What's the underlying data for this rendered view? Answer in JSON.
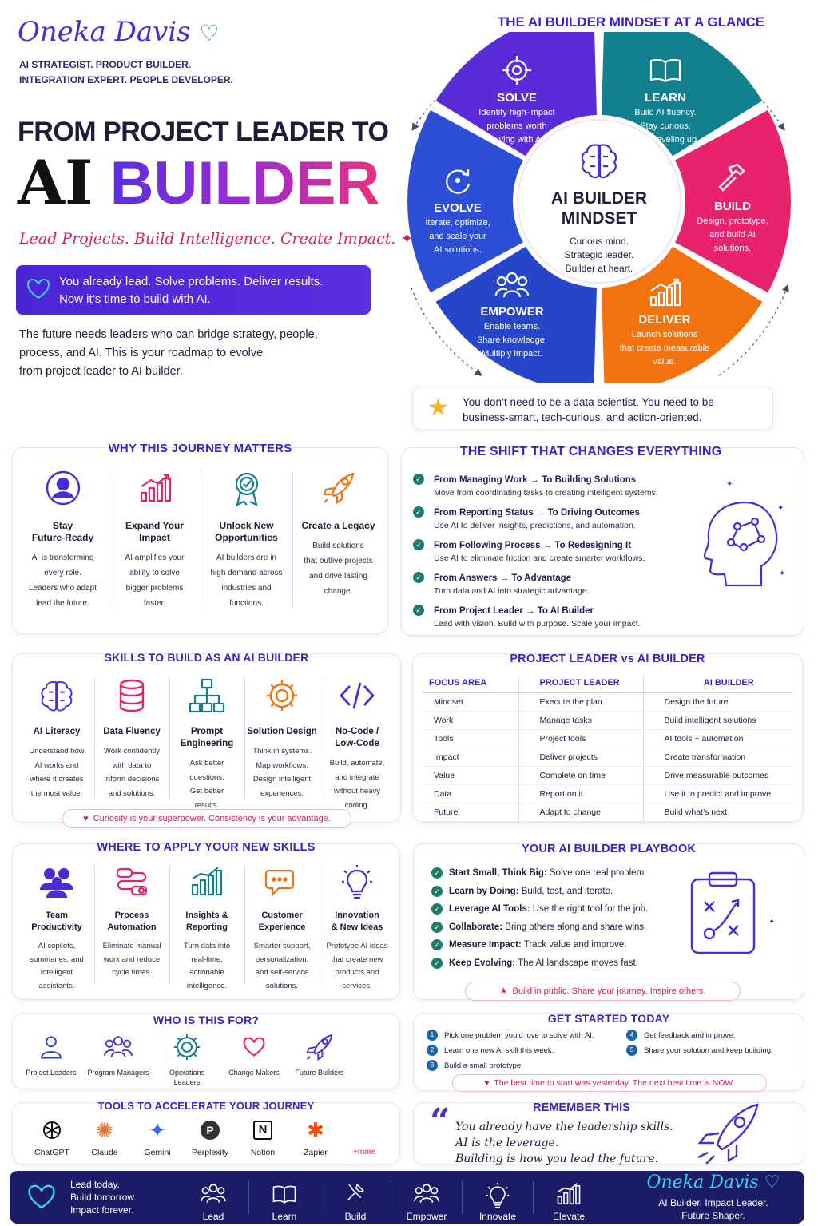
{
  "header": {
    "name": "Oneka Davis",
    "tagline_1": "AI STRATEGIST. PRODUCT BUILDER.",
    "tagline_2": "INTEGRATION EXPERT. PEOPLE DEVELOPER.",
    "title_line1": "FROM PROJECT LEADER TO",
    "title_ai": "AI",
    "title_builder": "BUILDER",
    "subtitle": "Lead Projects. Build Intelligence. Create Impact.",
    "banner_1": "You already lead. Solve problems. Deliver results.",
    "banner_2": "Now it’s time to build with AI.",
    "intro_1": "The future needs leaders who can bridge strategy, people,",
    "intro_2": "process, and AI. This is your roadmap to evolve",
    "intro_3": "from project leader to AI builder."
  },
  "mindset": {
    "title": "THE AI BUILDER MINDSET AT A GLANCE",
    "center_1": "AI BUILDER",
    "center_2": "MINDSET",
    "center_d1": "Curious mind.",
    "center_d2": "Strategic leader.",
    "center_d3": "Builder at heart.",
    "segments": [
      {
        "name": "SOLVE",
        "d1": "Identify high-impact",
        "d2": "problems worth",
        "d3": "solving with AI.",
        "color": "#5a2bd9"
      },
      {
        "name": "LEARN",
        "d1": "Build AI fluency.",
        "d2": "Stay curious.",
        "d3": "Keep leveling up.",
        "color": "#127f8f"
      },
      {
        "name": "BUILD",
        "d1": "Design, prototype,",
        "d2": "and build AI",
        "d3": "solutions.",
        "color": "#e8226d"
      },
      {
        "name": "DELIVER",
        "d1": "Launch solutions",
        "d2": "that create measurable",
        "d3": "value.",
        "color": "#f2720f"
      },
      {
        "name": "EMPOWER",
        "d1": "Enable teams.",
        "d2": "Share knowledge.",
        "d3": "Multiply impact.",
        "color": "#2745c8"
      },
      {
        "name": "EVOLVE",
        "d1": "Iterate, optimize,",
        "d2": "and scale your",
        "d3": "AI solutions.",
        "color": "#2d4fd6"
      }
    ],
    "note_1": "You don’t need to be a data scientist. You need to be",
    "note_2": "business-smart, tech-curious, and action-oriented."
  },
  "why": {
    "title": "WHY THIS JOURNEY MATTERS",
    "items": [
      {
        "t1": "Stay",
        "t2": "Future-Ready",
        "d": [
          "AI is transforming",
          "every role.",
          "Leaders who adapt",
          "lead the future."
        ]
      },
      {
        "t1": "Expand Your",
        "t2": "Impact",
        "d": [
          "AI amplifies your",
          "ability to solve",
          "bigger problems",
          "faster."
        ]
      },
      {
        "t1": "Unlock New",
        "t2": "Opportunities",
        "d": [
          "AI builders are in",
          "high demand across",
          "industries and",
          "functions."
        ]
      },
      {
        "t1": "Create a Legacy",
        "t2": "",
        "d": [
          "Build solutions",
          "that outlive projects",
          "and drive lasting",
          "change."
        ]
      }
    ]
  },
  "shift": {
    "title": "THE SHIFT THAT CHANGES EVERYTHING",
    "items": [
      {
        "h": "From Managing Work → To Building Solutions",
        "d": "Move from coordinating tasks to creating intelligent systems."
      },
      {
        "h": "From Reporting Status → To Driving Outcomes",
        "d": "Use AI to deliver insights, predictions, and automation."
      },
      {
        "h": "From Following Process → To Redesigning It",
        "d": "Use AI to eliminate friction and create smarter workflows."
      },
      {
        "h": "From Answers → To Advantage",
        "d": "Turn data and AI into strategic advantage."
      },
      {
        "h": "From Project Leader → To AI Builder",
        "d": "Lead with vision. Build with purpose. Scale your impact."
      }
    ]
  },
  "skills": {
    "title": "SKILLS TO BUILD AS AN AI BUILDER",
    "items": [
      {
        "t1": "AI Literacy",
        "t2": "",
        "d": [
          "Understand how",
          "AI works and",
          "where it creates",
          "the most value."
        ]
      },
      {
        "t1": "Data Fluency",
        "t2": "",
        "d": [
          "Work confidently",
          "with data to",
          "inform decisions",
          "and solutions."
        ]
      },
      {
        "t1": "Prompt",
        "t2": "Engineering",
        "d": [
          "Ask better",
          "questions.",
          "Get better",
          "results."
        ]
      },
      {
        "t1": "Solution Design",
        "t2": "",
        "d": [
          "Think in systems.",
          "Map workflows.",
          "Design intelligent",
          "experiences."
        ]
      },
      {
        "t1": "No-Code /",
        "t2": "Low-Code",
        "d": [
          "Build, automate,",
          "and integrate",
          "without heavy",
          "coding."
        ]
      }
    ],
    "pill": "Curiosity is your superpower. Consistency is your advantage."
  },
  "compare": {
    "title": "PROJECT LEADER vs AI BUILDER",
    "headers": [
      "FOCUS AREA",
      "PROJECT LEADER",
      "AI BUILDER"
    ],
    "rows": [
      [
        "Mindset",
        "Execute the plan",
        "Design the future"
      ],
      [
        "Work",
        "Manage tasks",
        "Build intelligent solutions"
      ],
      [
        "Tools",
        "Project tools",
        "AI tools + automation"
      ],
      [
        "Impact",
        "Deliver projects",
        "Create transformation"
      ],
      [
        "Value",
        "Complete on time",
        "Drive measurable outcomes"
      ],
      [
        "Data",
        "Report on it",
        "Use it to predict and improve"
      ],
      [
        "Future",
        "Adapt to change",
        "Build what’s next"
      ]
    ]
  },
  "apply": {
    "title": "WHERE TO APPLY YOUR NEW SKILLS",
    "items": [
      {
        "t1": "Team",
        "t2": "Productivity",
        "d": [
          "AI copilots,",
          "summaries, and",
          "intelligent",
          "assistants."
        ]
      },
      {
        "t1": "Process",
        "t2": "Automation",
        "d": [
          "Eliminate manual",
          "work and reduce",
          "cycle times.",
          ""
        ]
      },
      {
        "t1": "Insights &",
        "t2": "Reporting",
        "d": [
          "Turn data into",
          "real-time,",
          "actionable",
          "intelligence."
        ]
      },
      {
        "t1": "Customer",
        "t2": "Experience",
        "d": [
          "Smarter support,",
          "personalization,",
          "and self-service",
          "solutions."
        ]
      },
      {
        "t1": "Innovation",
        "t2": "& New Ideas",
        "d": [
          "Prototype AI ideas",
          "that create new",
          "products and",
          "services."
        ]
      }
    ]
  },
  "playbook": {
    "title": "YOUR AI BUILDER PLAYBOOK",
    "items": [
      {
        "b": "Start Small, Think Big:",
        "t": " Solve one real problem."
      },
      {
        "b": "Learn by Doing:",
        "t": " Build, test, and iterate."
      },
      {
        "b": "Leverage AI Tools:",
        "t": " Use the right tool for the job."
      },
      {
        "b": "Collaborate:",
        "t": " Bring others along and share wins."
      },
      {
        "b": "Measure Impact:",
        "t": " Track value and improve."
      },
      {
        "b": "Keep Evolving:",
        "t": " The AI landscape moves fast."
      }
    ],
    "pill": "Build in public. Share your journey. Inspire others."
  },
  "who": {
    "title": "WHO IS THIS FOR?",
    "items": [
      {
        "t1": "Project Leaders",
        "t2": ""
      },
      {
        "t1": "Program Managers",
        "t2": ""
      },
      {
        "t1": "Operations",
        "t2": "Leaders"
      },
      {
        "t1": "Change Makers",
        "t2": ""
      },
      {
        "t1": "Future Builders",
        "t2": ""
      }
    ]
  },
  "start": {
    "title": "GET STARTED TODAY",
    "steps": [
      {
        "n": "1",
        "t": "Pick one problem you’d love to solve with AI."
      },
      {
        "n": "2",
        "t": "Learn one new AI skill this week."
      },
      {
        "n": "3",
        "t": "Build a small prototype."
      },
      {
        "n": "4",
        "t": "Get feedback and improve."
      },
      {
        "n": "5",
        "t": "Share your solution and keep building."
      }
    ],
    "pill": "The best time to start was yesterday. The next best time is NOW."
  },
  "tools": {
    "title": "TOOLS TO ACCELERATE YOUR JOURNEY",
    "items": [
      "ChatGPT",
      "Claude",
      "Gemini",
      "Perplexity",
      "Notion",
      "Zapier"
    ],
    "more": "+more"
  },
  "remember": {
    "title": "REMEMBER THIS",
    "l1": "You already have the leadership skills.",
    "l2": "AI is the leverage.",
    "l3": "Building is how you lead the future."
  },
  "footer": {
    "m1": "Lead today.",
    "m2": "Build tomorrow.",
    "m3": "Impact forever.",
    "nav": [
      "Lead",
      "Learn",
      "Build",
      "Empower",
      "Innovate",
      "Elevate"
    ],
    "name": "Oneka Davis",
    "s1": "AI Builder. Impact Leader.",
    "s2": "Future Shaper."
  }
}
